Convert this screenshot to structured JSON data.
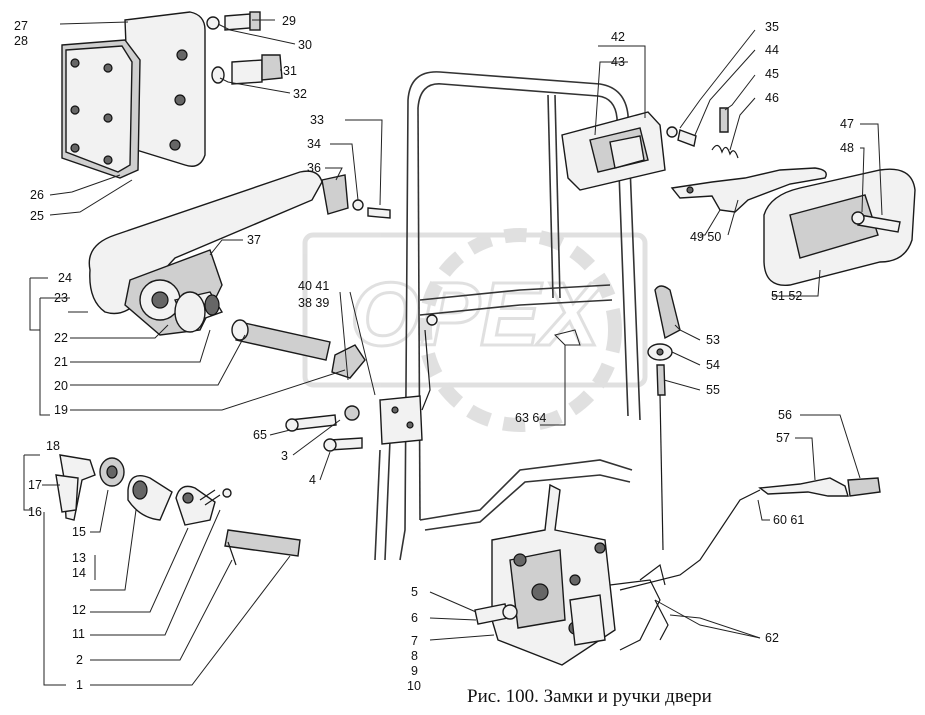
{
  "caption": "Рис. 100. Замки  и ручки двери",
  "watermark": "OPEX",
  "labels": {
    "l1": "1",
    "l2": "2",
    "l3": "3",
    "l4": "4",
    "l5": "5",
    "l6": "6",
    "l7": "7",
    "l8": "8",
    "l9": "9",
    "l10": "10",
    "l11": "11",
    "l12": "12",
    "l13": "13",
    "l14": "14",
    "l15": "15",
    "l16": "16",
    "l17": "17",
    "l18": "18",
    "l19": "19",
    "l20": "20",
    "l21": "21",
    "l22": "22",
    "l23": "23",
    "l24": "24",
    "l25": "25",
    "l26": "26",
    "l27": "27",
    "l28": "28",
    "l29": "29",
    "l30": "30",
    "l31": "31",
    "l32": "32",
    "l33": "33",
    "l34": "34",
    "l35": "35",
    "l36": "36",
    "l37": "37",
    "l3839": "38 39",
    "l4041": "40 41",
    "l42": "42",
    "l43": "43",
    "l44": "44",
    "l45": "45",
    "l46": "46",
    "l47": "47",
    "l48": "48",
    "l4950": "49 50",
    "l5152": "51 52",
    "l53": "53",
    "l54": "54",
    "l55": "55",
    "l56": "56",
    "l57": "57",
    "l6061": "60 61",
    "l62": "62",
    "l6364": "63 64",
    "l65": "65"
  }
}
